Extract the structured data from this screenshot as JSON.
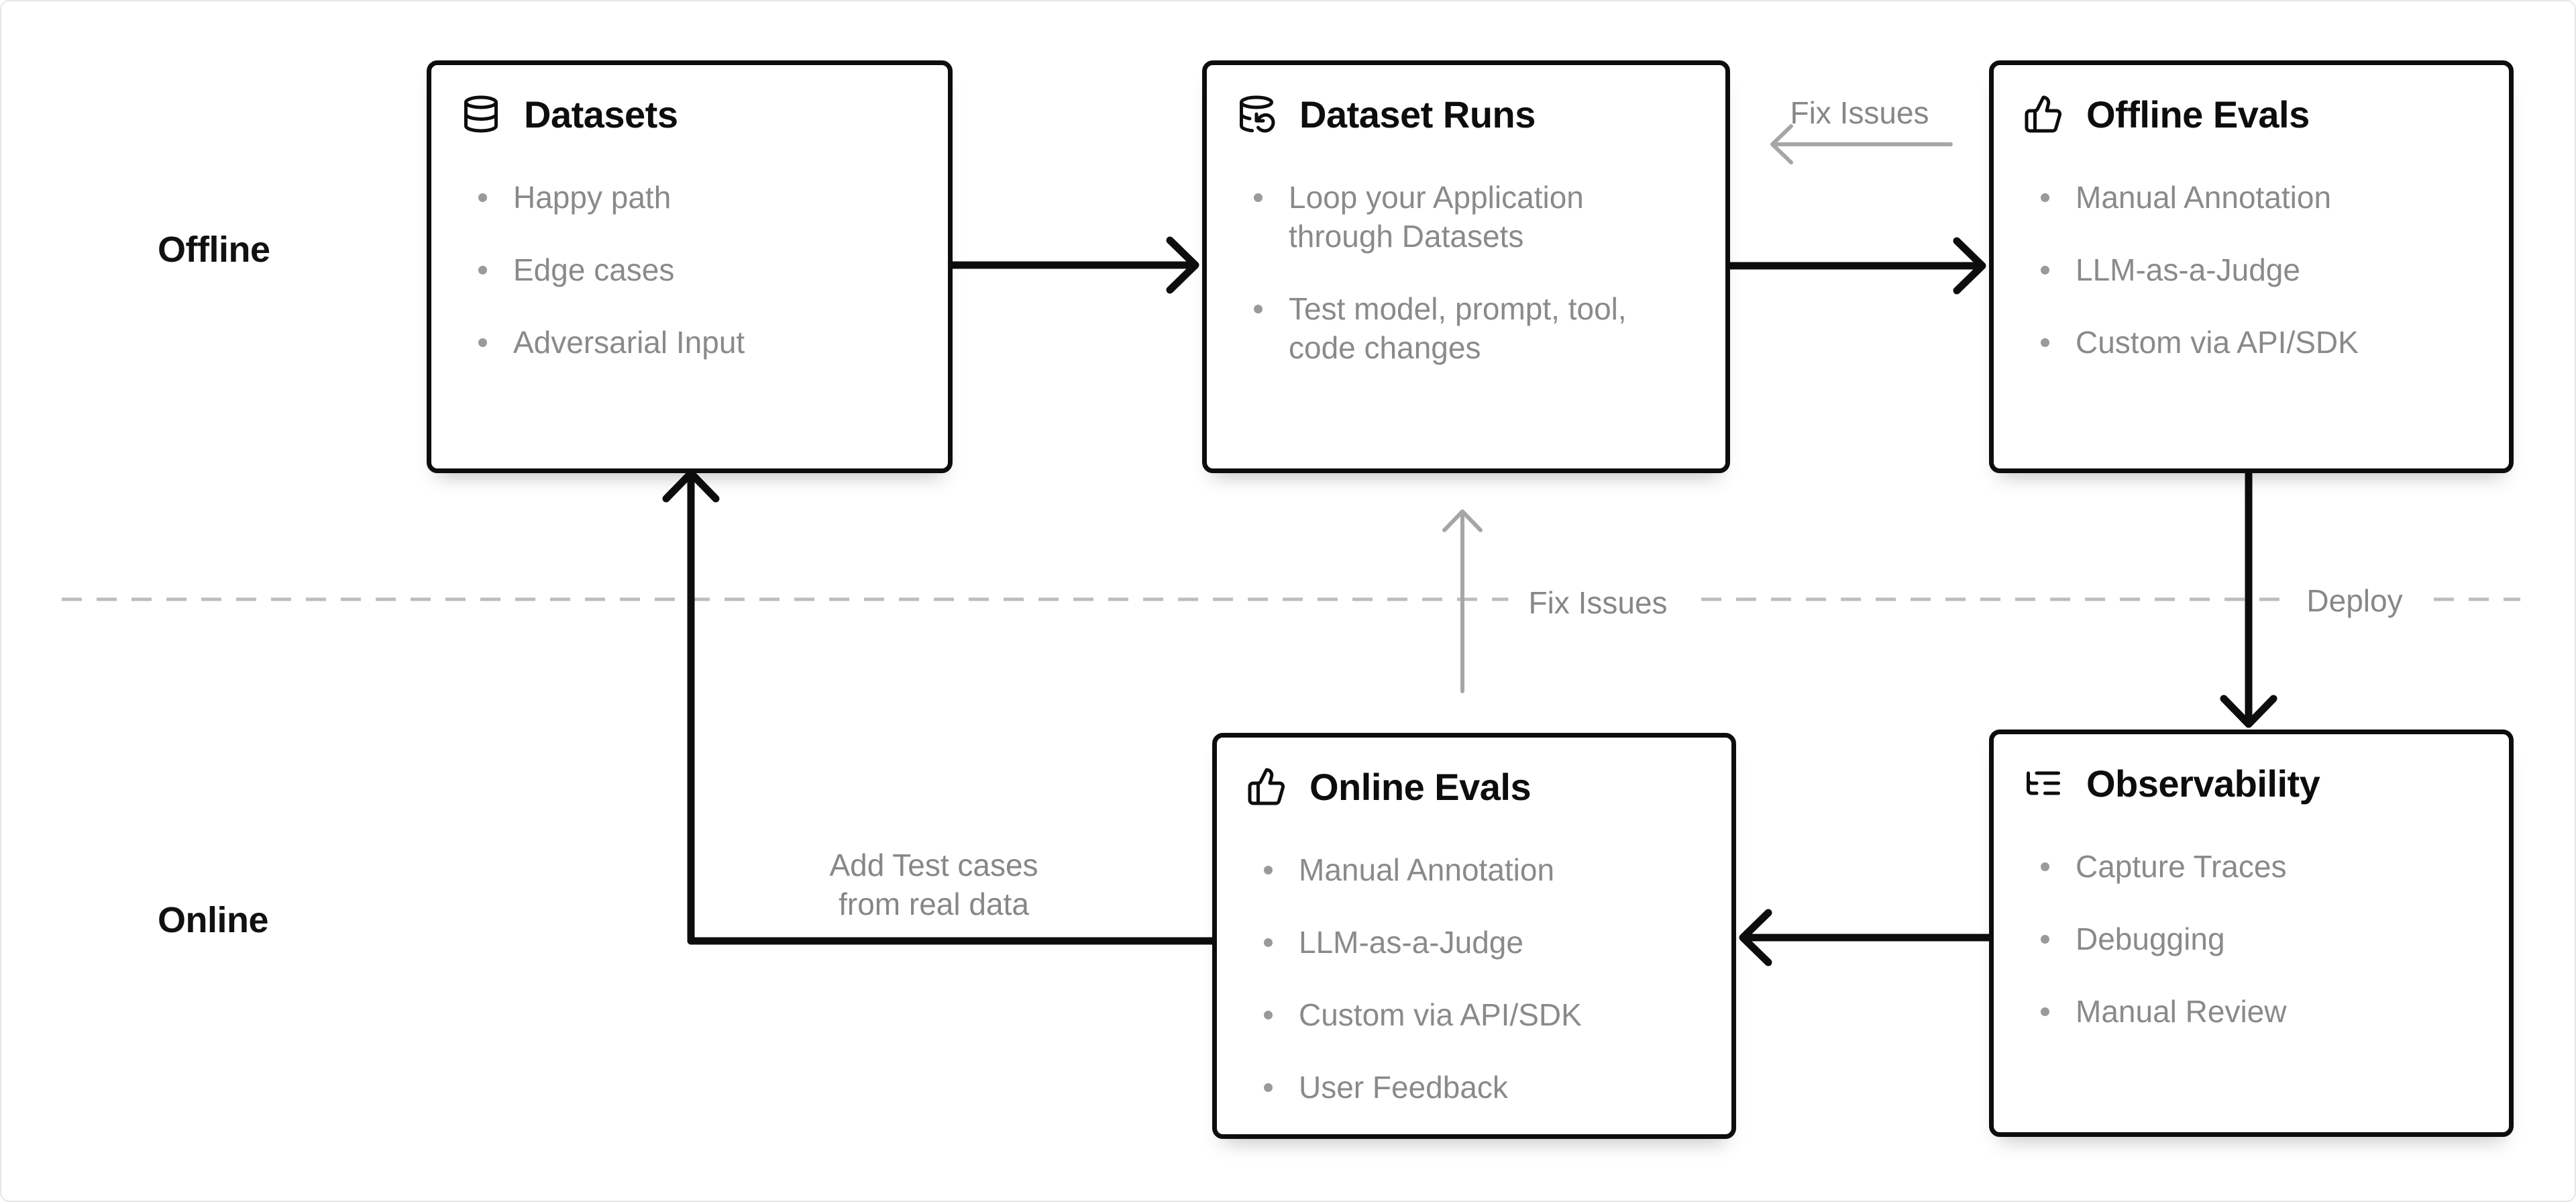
{
  "diagram": {
    "lanes": {
      "offline_label": "Offline",
      "online_label": "Online"
    },
    "cards": {
      "datasets": {
        "title": "Datasets",
        "icon": "database-icon",
        "items": [
          "Happy path",
          "Edge cases",
          "Adversarial Input"
        ]
      },
      "dataset_runs": {
        "title": "Dataset Runs",
        "icon": "database-refresh-icon",
        "items": [
          "Loop your Application through Datasets",
          "Test model, prompt, tool, code changes"
        ]
      },
      "offline_evals": {
        "title": "Offline Evals",
        "icon": "thumbs-up-icon",
        "items": [
          "Manual Annotation",
          "LLM-as-a-Judge",
          "Custom via API/SDK"
        ]
      },
      "online_evals": {
        "title": "Online Evals",
        "icon": "thumbs-up-icon",
        "items": [
          "Manual Annotation",
          "LLM-as-a-Judge",
          "Custom via API/SDK",
          "User Feedback"
        ]
      },
      "observability": {
        "title": "Observability",
        "icon": "trace-list-icon",
        "items": [
          "Capture Traces",
          "Debugging",
          "Manual Review"
        ]
      }
    },
    "edge_labels": {
      "fix_issues_top": "Fix Issues",
      "fix_issues_middle": "Fix Issues",
      "deploy": "Deploy",
      "add_test_cases_line1": "Add Test cases",
      "add_test_cases_line2": "from real data"
    },
    "colors": {
      "ink": "#0d0d0d",
      "muted_text": "#8a8a8a",
      "gray_arrow": "#a6a6a6",
      "dashed_divider": "#bdbdbd"
    }
  }
}
